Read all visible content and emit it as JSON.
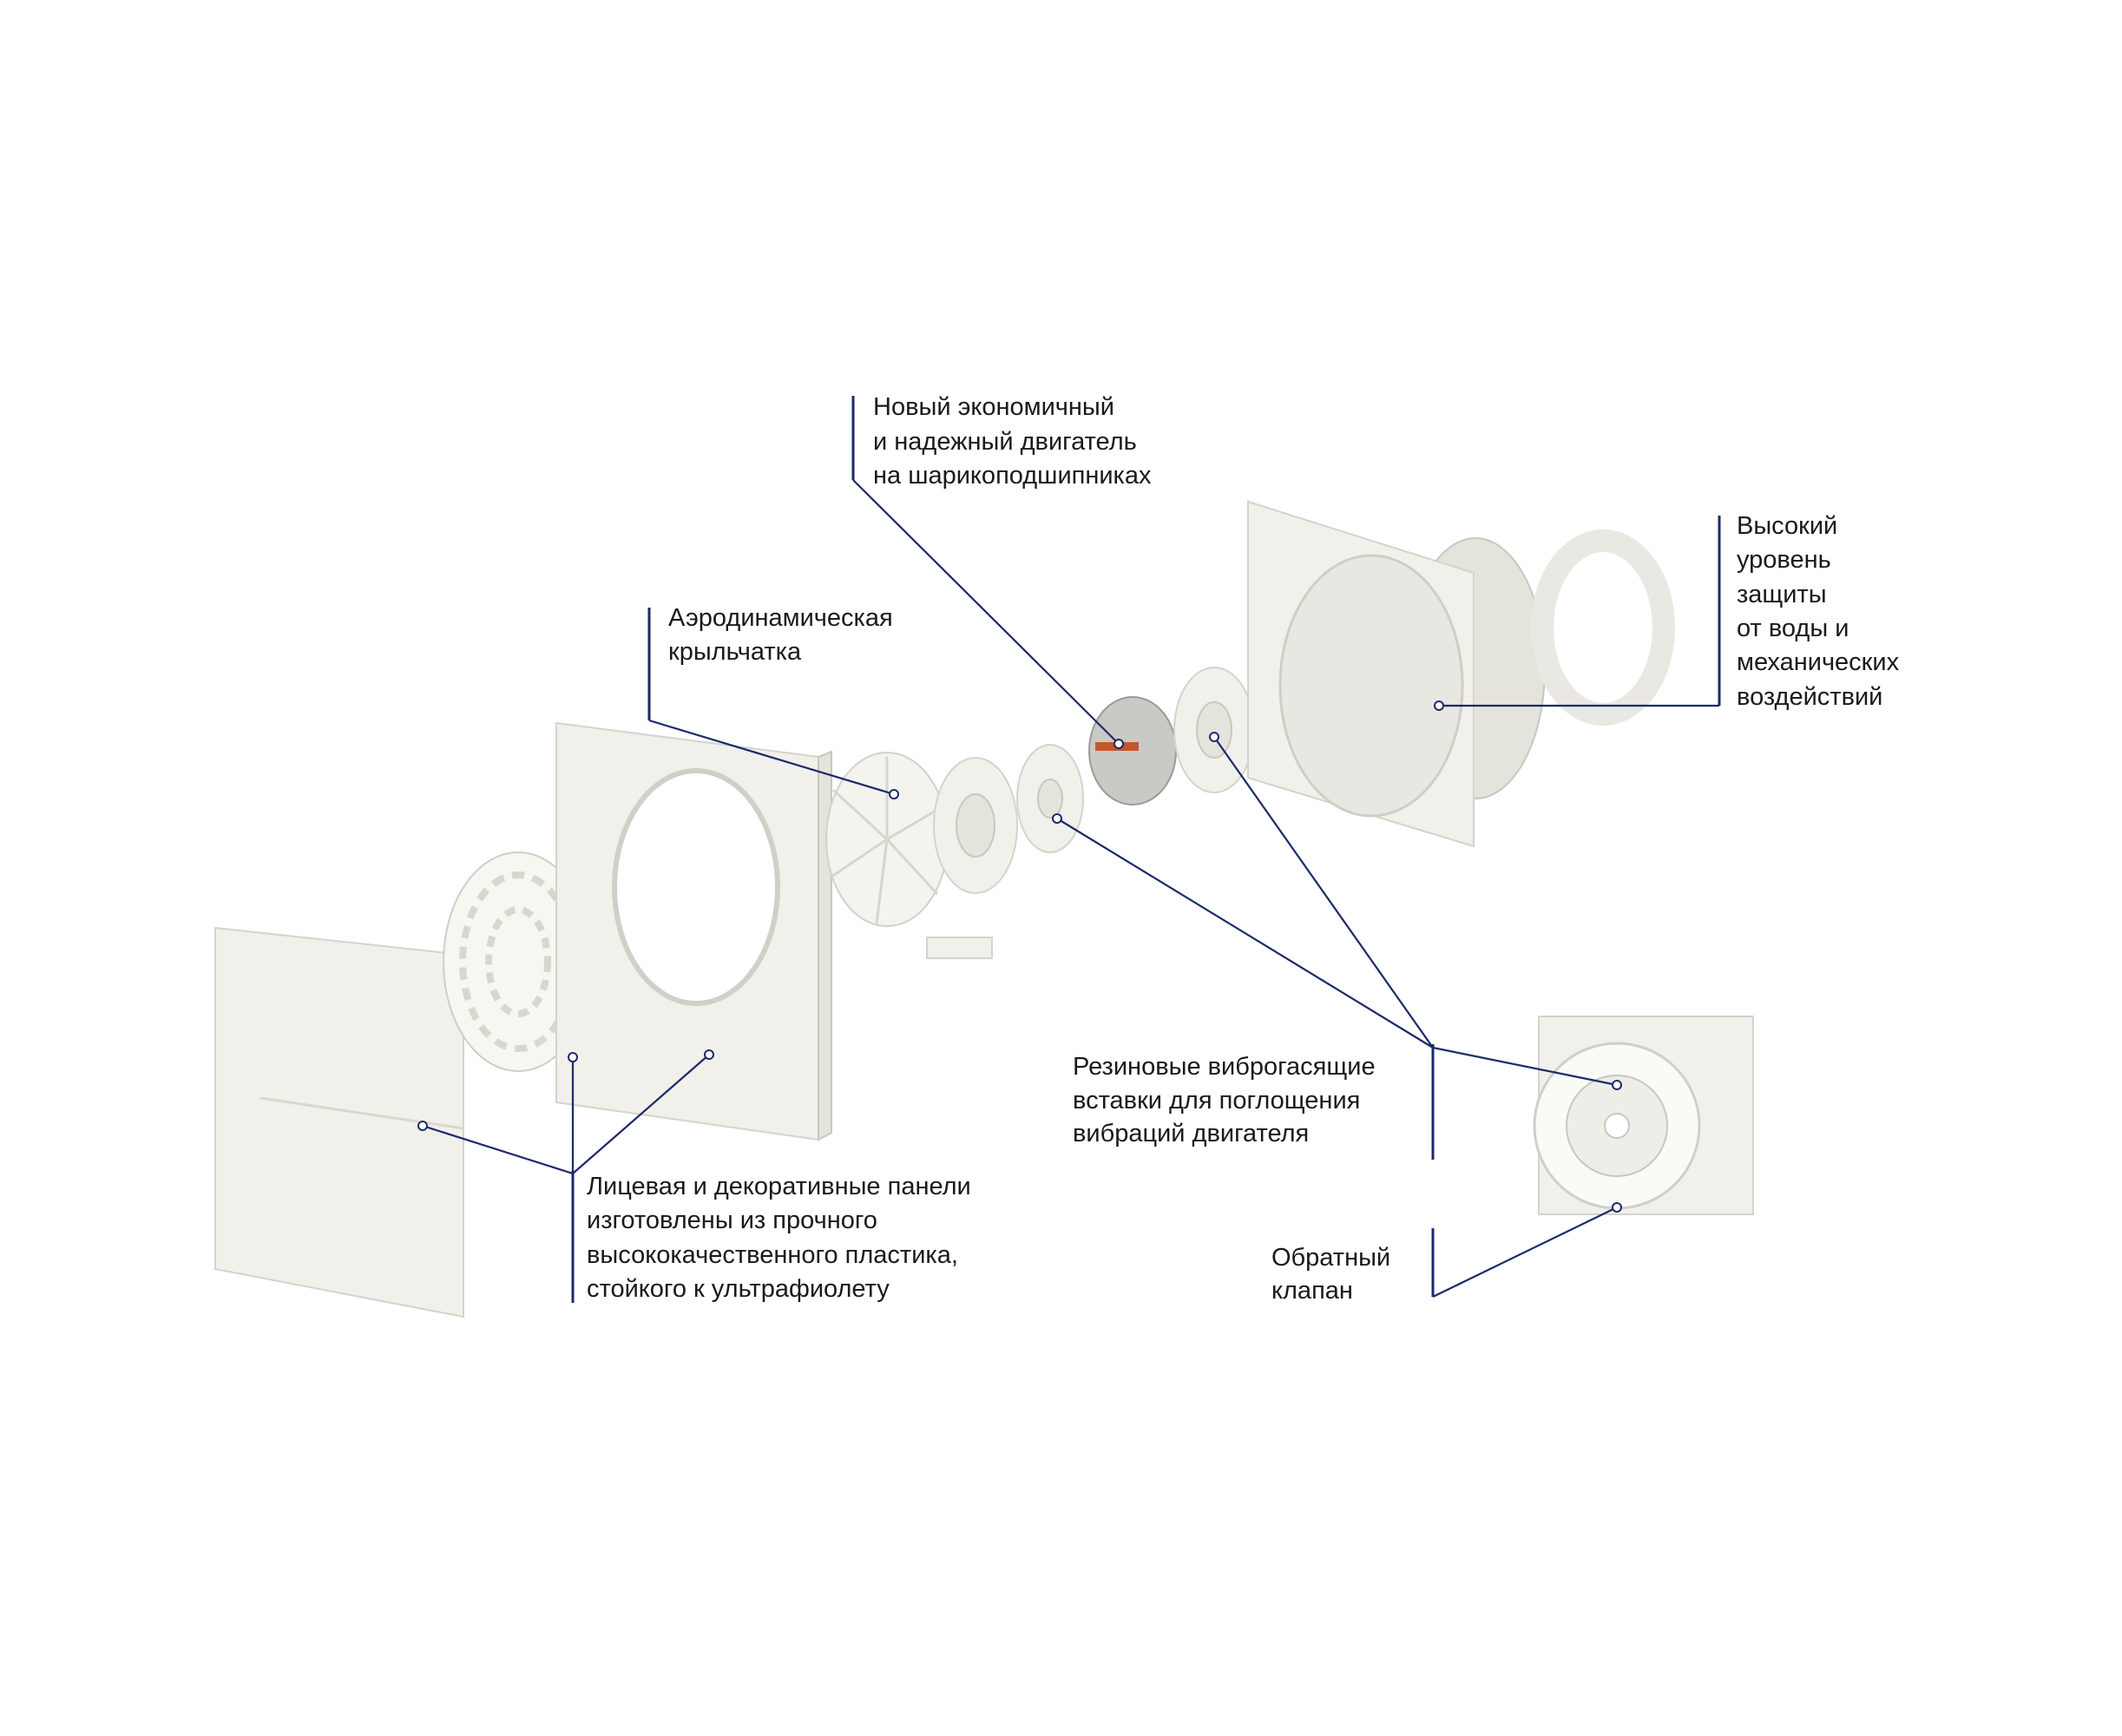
{
  "title": "Exploded view of bathroom exhaust fan",
  "colors": {
    "leader": "#1b2a6b",
    "part": "#f1f0ea",
    "text": "#1a1a1a"
  },
  "callouts": {
    "motor": [
      "Новый экономичный",
      "и надежный двигатель",
      "на шарикоподшипниках"
    ],
    "impeller": [
      "Аэродинамическая",
      "крыльчатка"
    ],
    "protection": [
      "Высокий",
      "уровень",
      "защиты",
      "от воды и",
      "механических",
      "воздействий"
    ],
    "dampers": [
      "Резиновые виброгасящие",
      "вставки для поглощения",
      "вибраций двигателя"
    ],
    "check_valve": [
      "Обратный",
      "клапан"
    ],
    "panels": [
      "Лицевая и декоративные панели",
      "изготовлены из прочного",
      "высококачественного пластика,",
      "стойкого к ультрафиолету"
    ]
  }
}
